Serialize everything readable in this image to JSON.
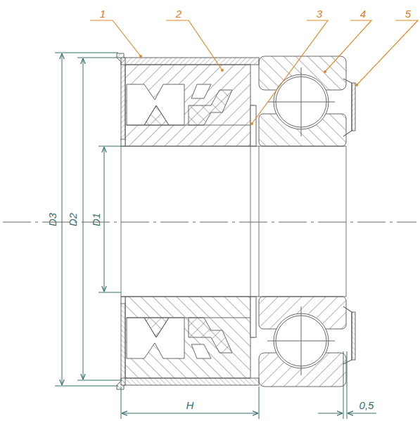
{
  "diagram": {
    "labels": [
      "1",
      "2",
      "3",
      "4",
      "5",
      "D3",
      "D2",
      "D1",
      "H",
      "0,5"
    ]
  }
}
